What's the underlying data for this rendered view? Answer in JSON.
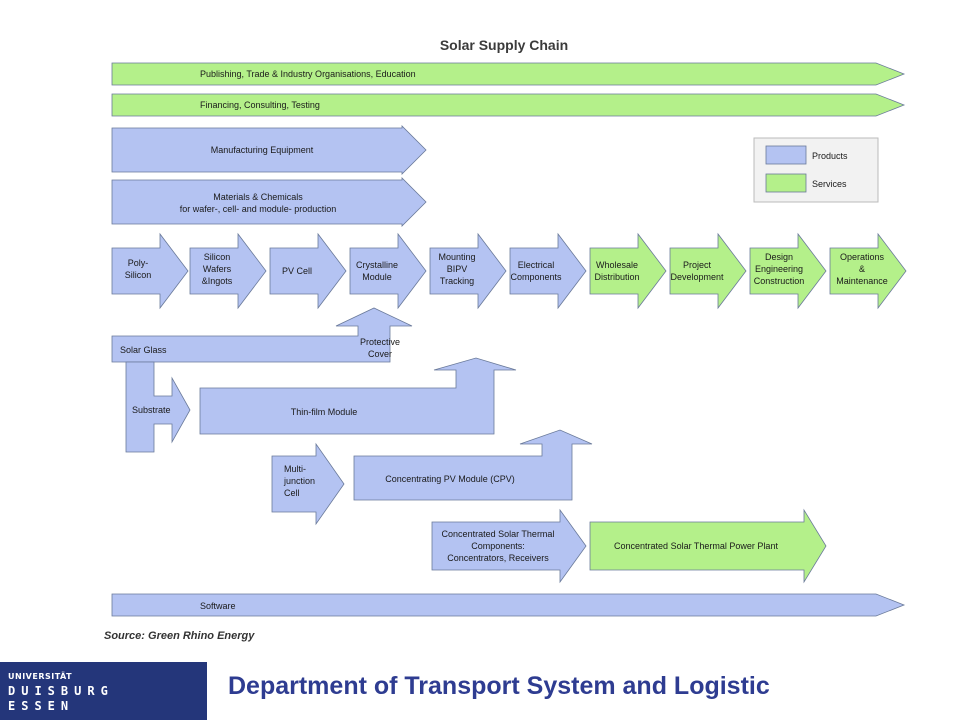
{
  "diagram": {
    "title": "Solar Supply Chain",
    "source": "Source: Green Rhino Energy",
    "colors": {
      "product": "#b4c3f2",
      "service": "#b4f08a",
      "stroke": "#6a7a9a"
    },
    "legend": {
      "products": "Products",
      "services": "Services"
    },
    "bands": {
      "publishing": "Publishing, Trade & Industry Organisations, Education",
      "financing": "Financing, Consulting, Testing",
      "manufacturing": "Manufacturing Equipment",
      "materials_l1": "Materials & Chemicals",
      "materials_l2": "for wafer-, cell- and module- production",
      "software": "Software"
    },
    "chain": {
      "polysilicon": [
        "Poly-",
        "Silicon"
      ],
      "wafers": [
        "Silicon",
        "Wafers",
        "&Ingots"
      ],
      "pvcell": [
        "PV Cell"
      ],
      "crystalline": [
        "Crystalline",
        "Module"
      ],
      "mounting": [
        "Mounting",
        "BIPV",
        "Tracking"
      ],
      "electrical": [
        "Electrical",
        "Components"
      ],
      "wholesale": [
        "Wholesale",
        "Distribution"
      ],
      "project": [
        "Project",
        "Development"
      ],
      "design": [
        "Design",
        "Engineering",
        "Construction"
      ],
      "operations": [
        "Operations",
        "&",
        "Maintenance"
      ]
    },
    "branches": {
      "solar_glass": "Solar Glass",
      "protective_l1": "Protective",
      "protective_l2": "Cover",
      "substrate": "Substrate",
      "thinfilm": "Thin-film Module",
      "multijunction": [
        "Multi-",
        "junction",
        "Cell"
      ],
      "cpv": "Concentrating PV Module (CPV)",
      "cst_components": [
        "Concentrated Solar Thermal",
        "Components:",
        "Concentrators, Receivers"
      ],
      "cst_plant": "Concentrated Solar Thermal Power Plant"
    }
  },
  "footer": {
    "uni_line1": "UNIVERSITÄT",
    "uni_line2": "DUISBURG",
    "uni_line3": "ESSEN",
    "department": "Department of Transport System and Logistic"
  }
}
